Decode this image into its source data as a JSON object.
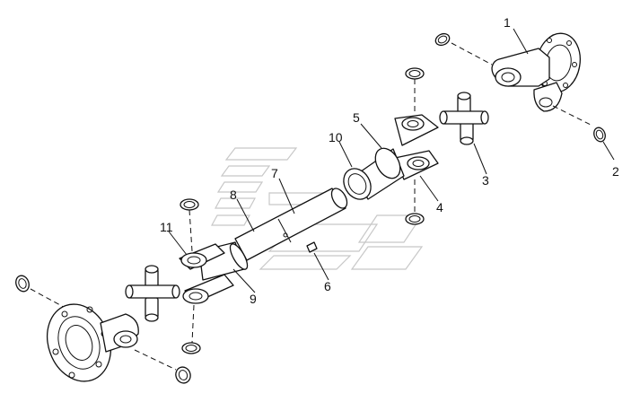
{
  "diagram": {
    "callouts": [
      {
        "id": "1",
        "text": "1"
      },
      {
        "id": "2",
        "text": "2"
      },
      {
        "id": "3",
        "text": "3"
      },
      {
        "id": "4",
        "text": "4"
      },
      {
        "id": "5",
        "text": "5"
      },
      {
        "id": "6",
        "text": "6"
      },
      {
        "id": "7",
        "text": "7"
      },
      {
        "id": "8",
        "text": "8"
      },
      {
        "id": "9",
        "text": "9"
      },
      {
        "id": "10",
        "text": "10"
      },
      {
        "id": "11",
        "text": "11"
      }
    ],
    "colors": {
      "line": "#111111",
      "watermark": "#c8c8c8",
      "background": "#ffffff"
    }
  }
}
